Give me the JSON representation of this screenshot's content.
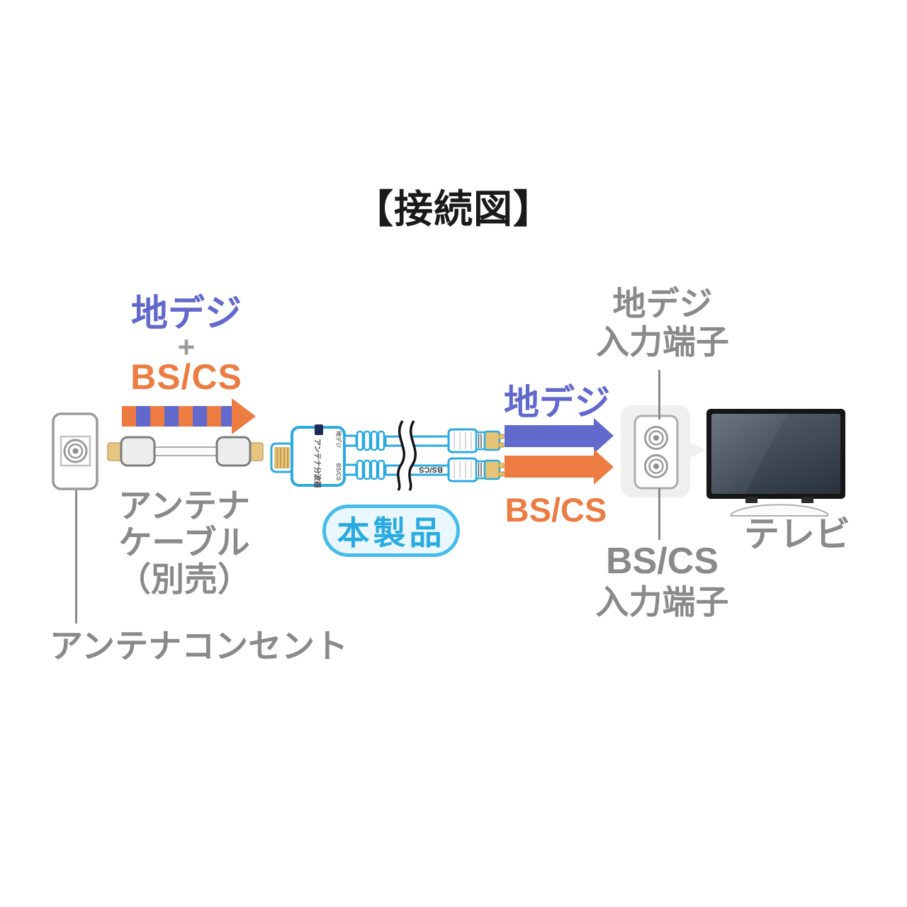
{
  "title": "【接続図】",
  "source_flow": {
    "label_top": "地デジ",
    "plus": "+",
    "label_bottom": "BS/CS"
  },
  "outlet": {
    "label": "アンテナコンセント"
  },
  "cable": {
    "label_lines": [
      "アンテナ",
      "ケーブル",
      "（別売）"
    ]
  },
  "product": {
    "callout": "本製品",
    "body_print": "アンテナ分波器",
    "port_top": "地デジ",
    "port_bottom": "BS/CS",
    "cable_print": "BS/CS"
  },
  "output_flow": {
    "top": "地デジ",
    "bottom": "BS/CS"
  },
  "tv": {
    "label": "テレビ",
    "input_top_lines": [
      "地デジ",
      "入力端子"
    ],
    "input_bottom_lines": [
      "BS/CS",
      "入力端子"
    ]
  },
  "colors": {
    "terrestrial_blue": "#6269CC",
    "bs_cs_orange": "#ED7C42",
    "product_cyan": "#29ABE2",
    "product_border": "#45BCEA",
    "splitter_outline_blue": "#2BA9E1",
    "label_gray": "#8A8A8A",
    "title_black": "#1A1A1A"
  }
}
